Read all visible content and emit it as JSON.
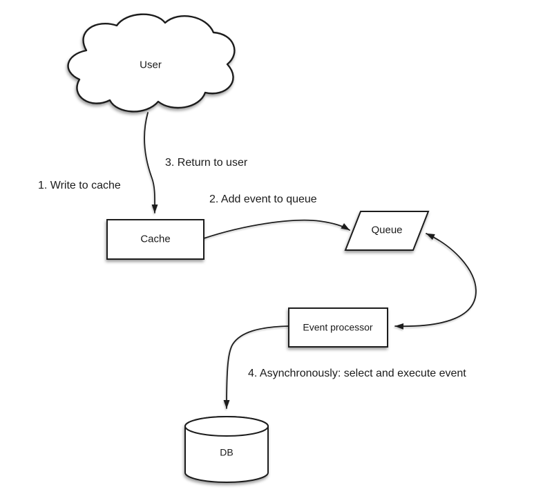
{
  "diagram": {
    "background_color": "#ffffff",
    "line_color": "#1c1c1c",
    "text_color": "#1a1a1a",
    "shape_fill": "#ffffff",
    "nodes": [
      {
        "id": "user",
        "shape": "cloud",
        "label": "User"
      },
      {
        "id": "cache",
        "shape": "rectangle",
        "label": "Cache"
      },
      {
        "id": "queue",
        "shape": "parallelogram",
        "label": "Queue"
      },
      {
        "id": "event-processor",
        "shape": "rectangle",
        "label": "Event processor"
      },
      {
        "id": "db",
        "shape": "cylinder",
        "label": "DB"
      }
    ],
    "steps": [
      {
        "text": "1. Write to cache"
      },
      {
        "text": "2. Add event to queue"
      },
      {
        "text": "3. Return to user"
      },
      {
        "text": "4. Asynchronously: select and execute event"
      }
    ],
    "edges": [
      {
        "from": "user",
        "to": "cache",
        "arrowheads": "end"
      },
      {
        "from": "cache",
        "to": "queue",
        "arrowheads": "end"
      },
      {
        "from": "event-processor",
        "to": "queue",
        "arrowheads": "both"
      },
      {
        "from": "event-processor",
        "to": "db",
        "arrowheads": "end"
      }
    ]
  }
}
